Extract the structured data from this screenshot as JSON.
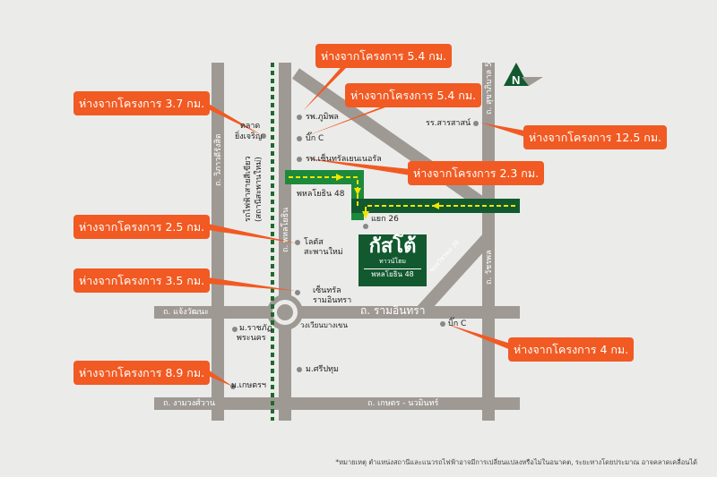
{
  "callouts": {
    "c1": "ห่างจากโครงการ 5.4 กม.",
    "c2": "ห่างจากโครงการ 5.4 กม.",
    "c3": "ห่างจากโครงการ 3.7 กม.",
    "c4": "ห่างจากโครงการ 12.5 กม.",
    "c5": "ห่างจากโครงการ 2.3 กม.",
    "c6": "ห่างจากโครงการ 2.5 กม.",
    "c7": "ห่างจากโครงการ 3.5 กม.",
    "c8": "ห่างจากโครงการ 4 กม.",
    "c9": "ห่างจากโครงการ 8.9 กม."
  },
  "places": {
    "bhumibol": "รพ.ภูมิพล",
    "bigc1": "บิ๊ก C",
    "central_general": "รพ.เซ็นทรัลเยนเนอรัล",
    "market_1": "ตลาด",
    "market_2": "ยิ่งเจริญ",
    "school": "รร.สารสาสน์",
    "lotus_1": "โลตัส",
    "lotus_2": "สะพานใหม่",
    "central_1": "เซ็นทรัล",
    "central_2": "รามอินทรา",
    "circle": "วงเวียนบางเขน",
    "rajabhat_1": "ม.ราชภัฏ",
    "rajabhat_2": "พระนคร",
    "bigc2": "บิ๊ก C",
    "sripatum": "ม.ศรีปทุม",
    "kaset": "ม.เกษตรฯ",
    "soi26": "แยก 26"
  },
  "roads": {
    "vibhavadi": "ถ. วิภาวดีรังสิต",
    "skytrain_1": "รถไฟฟ้าสายสีเขียว",
    "skytrain_2": "(สถานีสะพานใหม่)",
    "phahon": "ถ. พหลโยธิน",
    "phahon48": "พหลโยธิน 48",
    "sukhaphiban5": "ถ. สุขาภิบาล 5",
    "watcharaphon": "ถ. วัชรพล",
    "soi_watcharaphon": "ซอยวัชรพล 39",
    "chaengwattana": "ถ. แจ้งวัฒนะ",
    "ramintra": "ถ. รามอินทรา",
    "ngamwongwan": "ถ. งามวงศ์วาน",
    "kaset_nawamin": "ถ. เกษตร - นวมินทร์"
  },
  "logo": {
    "name": "กัสโต้",
    "sub": "ทาวน์โฮม",
    "loc": "พหลโยธิน 48"
  },
  "north": "N",
  "note": "*หมายเหตุ ตำแหน่งสถานีและแนวรถไฟฟ้าอาจมีการเปลี่ยนแปลงหรือไม่ในอนาคต, ระยะทางโดยประมาณ อาจคลาดเคลื่อนได้",
  "colors": {
    "road": "#9f9994",
    "callout": "#f15a22",
    "project_green": "#12592f",
    "skytrain": "#1d6b2c",
    "route_dash": "#f2e600",
    "background": "#ebebea"
  }
}
